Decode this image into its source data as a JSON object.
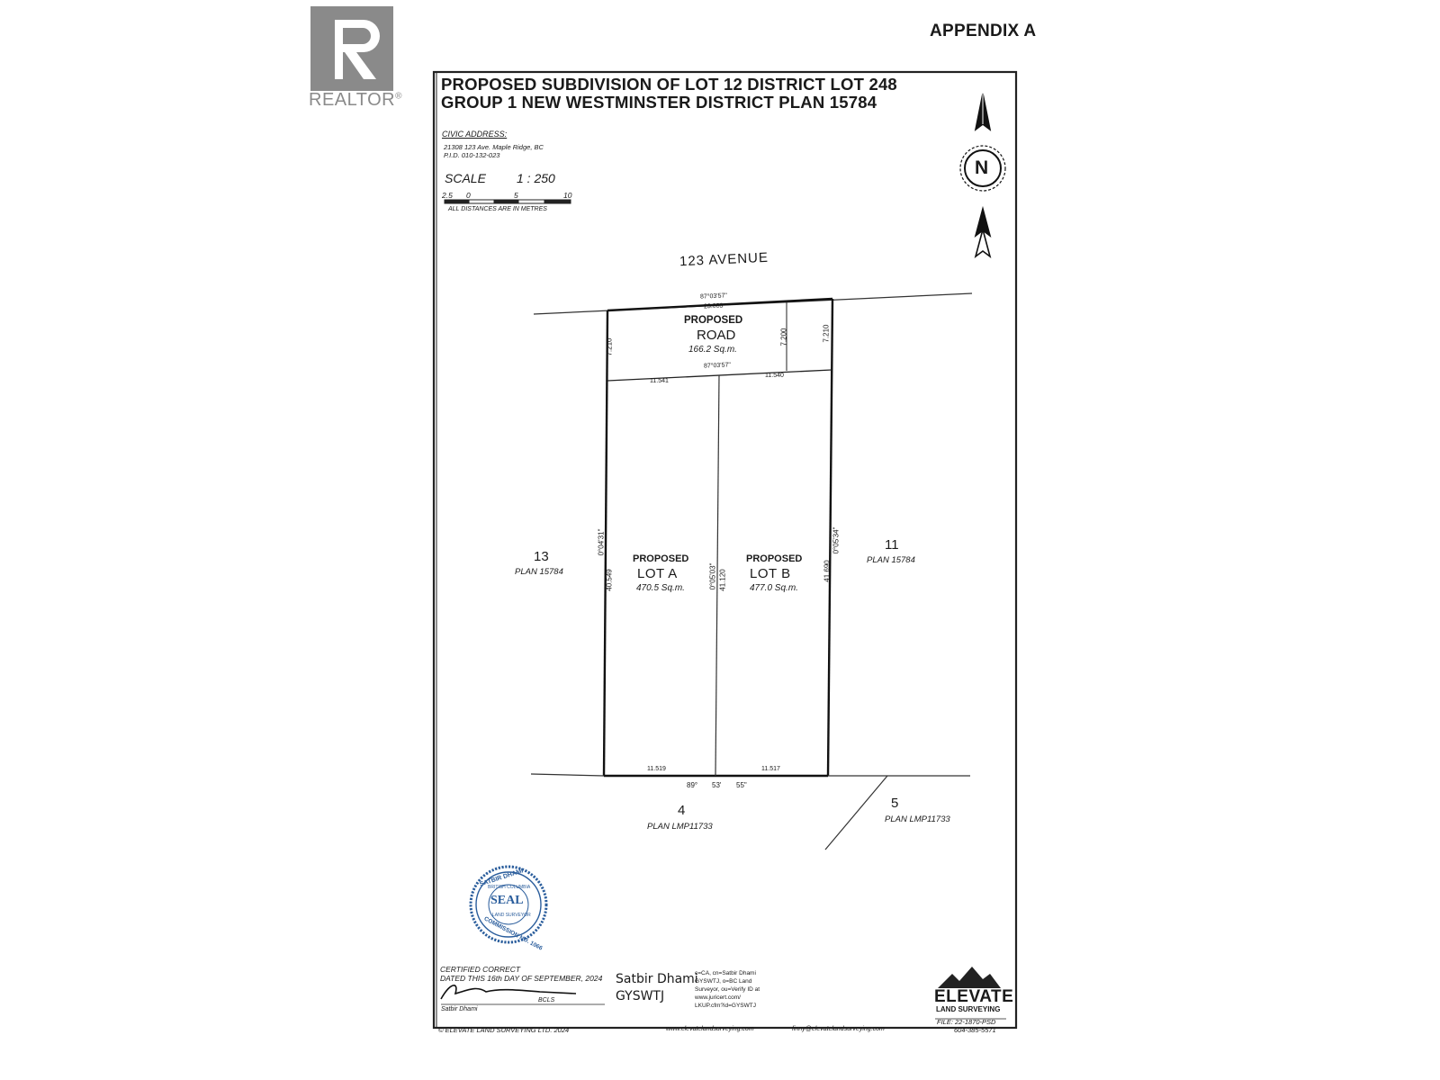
{
  "watermark": {
    "brand": "REALTOR",
    "mark": "®"
  },
  "appendix": "APPENDIX A",
  "title": {
    "line1": "PROPOSED SUBDIVISION OF LOT 12 DISTRICT LOT 248",
    "line2": "GROUP 1 NEW WESTMINSTER DISTRICT PLAN 15784"
  },
  "civic": {
    "heading": "CIVIC ADDRESS:",
    "address": "21308 123 Ave. Maple Ridge, BC",
    "pid": "P.I.D. 010-132-023"
  },
  "scale": {
    "label": "SCALE",
    "ratio": "1 : 250",
    "ticks": [
      "2.5",
      "0",
      "5",
      "10"
    ],
    "note": "ALL DISTANCES ARE IN METRES"
  },
  "north_label": "N",
  "street": "123 AVENUE",
  "road": {
    "label1": "PROPOSED",
    "label2": "ROAD",
    "area": "166.2 Sq.m.",
    "top_bearing": "87°03'57\"",
    "top_length": "23.083",
    "bottom_bearing": "87°03'57\"",
    "left_depth": "7.210",
    "mid_depth": "7.200",
    "right_depth": "7.210"
  },
  "lot_a": {
    "label1": "PROPOSED",
    "label2": "LOT A",
    "area": "470.5 Sq.m.",
    "top": "11.541",
    "bottom": "11.519",
    "left_bearing": "0°04'31\"",
    "left_length": "40.549"
  },
  "lot_b": {
    "label1": "PROPOSED",
    "label2": "LOT B",
    "area": "477.0 Sq.m.",
    "top": "11.540",
    "bottom": "11.517",
    "right_bearing": "0°05'34\"",
    "right_length": "41.690"
  },
  "divider": {
    "bearing": "0°05'03\"",
    "length": "41.120"
  },
  "south_bearing": [
    "89°",
    "53'",
    "55\""
  ],
  "neighbours": {
    "west": {
      "num": "13",
      "plan": "PLAN 15784"
    },
    "east": {
      "num": "11",
      "plan": "PLAN 15784"
    },
    "south": {
      "num": "4",
      "plan": "PLAN LMP11733"
    },
    "southeast": {
      "num": "5",
      "plan": "PLAN LMP11733"
    }
  },
  "seal": {
    "center": "SEAL",
    "top_text": "SATBIR DHAMI",
    "sub_text": "BRITISH COLUMBIA",
    "commission": "COMMISSION NO. 1066",
    "inner": "LAND SURVEYOR"
  },
  "certification": {
    "line1": "CERTIFIED CORRECT",
    "line2": "DATED THIS 16th DAY OF SEPTEMBER, 2024",
    "bcls": "BCLS",
    "signer": "Satbir Dhami"
  },
  "digital_signature": {
    "name": "Satbir Dhami",
    "code": "GYSWTJ",
    "details": [
      "c=CA, cn=Satbir Dhami",
      "GYSWTJ, o=BC Land",
      "Surveyor, ou=Verify ID at",
      "www.juricert.com/",
      "LKUP.cfm?id=GYSWTJ"
    ]
  },
  "company": {
    "logo_main": "ELEVATE",
    "logo_sub": "LAND SURVEYING",
    "file": "FILE: 22-1870-PSD"
  },
  "footer": {
    "copyright": "© ELEVATE LAND SURVEYING LTD. 2024",
    "website": "www.elevatelandsurveying.com",
    "email": "finny@elevatelandsurveying.com",
    "phone": "604-385-5571"
  }
}
